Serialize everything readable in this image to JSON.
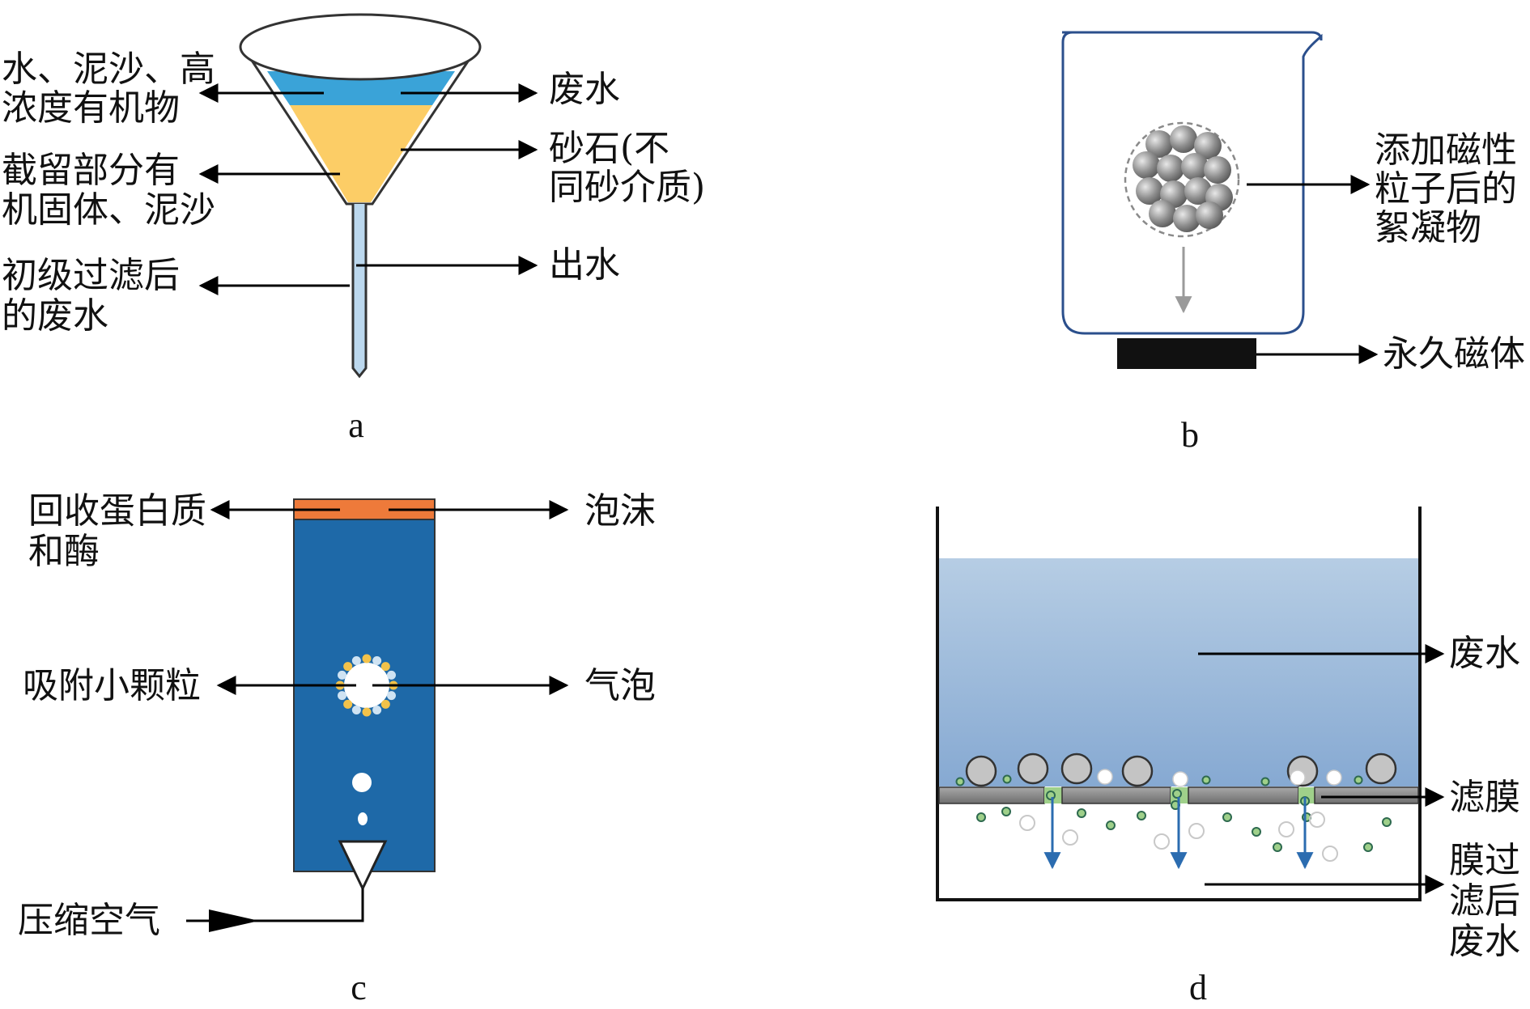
{
  "panels": {
    "a": {
      "caption": "a",
      "labels": {
        "left_top_1": "水、泥沙、高",
        "left_top_2": "浓度有机物",
        "left_mid_1": "截留部分有",
        "left_mid_2": "机固体、泥沙",
        "left_bot_1": "初级过滤后",
        "left_bot_2": "的废水",
        "right_top": "废水",
        "right_mid_1": "砂石(不",
        "right_mid_2": "同砂介质)",
        "right_bot": "出水"
      }
    },
    "b": {
      "caption": "b",
      "labels": {
        "floc_1": "添加磁性",
        "floc_2": "粒子后的",
        "floc_3": "絮凝物",
        "magnet": "永久磁体"
      }
    },
    "c": {
      "caption": "c",
      "labels": {
        "recover_1": "回收蛋白质",
        "recover_2": "和酶",
        "foam": "泡沫",
        "adsorb": "吸附小颗粒",
        "bubble": "气泡",
        "air": "压缩空气"
      }
    },
    "d": {
      "caption": "d",
      "labels": {
        "wastewater": "废水",
        "membrane": "滤膜",
        "filtered_1": "膜过",
        "filtered_2": "滤后",
        "filtered_3": "废水"
      }
    }
  },
  "colors": {
    "water_blue": "#3aa3d8",
    "sand_yellow": "#fccd66",
    "column_blue": "#1e69a8",
    "foam_orange": "#ee7a3a",
    "beaker_outline": "#2b4f8c",
    "arrow_blue": "#2b6cb0",
    "membrane_green": "#9fd08a"
  }
}
